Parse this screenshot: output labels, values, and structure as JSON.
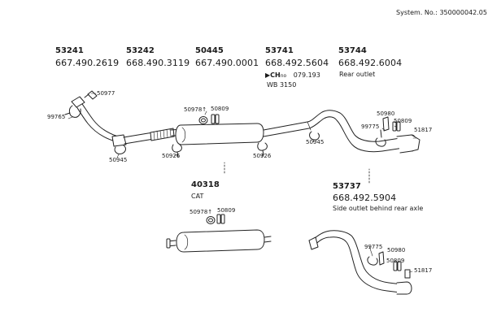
{
  "system_label": "System. No.: 350000042.05",
  "groups": [
    {
      "code": "53241",
      "number": "667.490.2619"
    },
    {
      "code": "53242",
      "number": "668.490.3119"
    },
    {
      "code": "50445",
      "number": "667.490.0001"
    },
    {
      "code": "53741",
      "number": "668.492.5604",
      "note_prefix": "CH",
      "note_value": "079.193",
      "note2": "WB 3150"
    },
    {
      "code": "53744",
      "number": "668.492.6004",
      "desc": "Rear outlet"
    },
    {
      "code": "40318",
      "desc": "CAT"
    },
    {
      "code": "53737",
      "number": "668.492.5904",
      "desc": "Side outlet behind rear axle"
    }
  ],
  "parts": {
    "p50977": "50977",
    "p99765": "99765",
    "p50945a": "50945",
    "p50926a": "50926",
    "p50978a": "50978",
    "p50809a": "50809",
    "p50926b": "50926",
    "p50945b": "50945",
    "p50980a": "50980",
    "p99775a": "99775",
    "p50809b": "50809",
    "p51817a": "51817",
    "p50978b": "50978",
    "p50809c": "50809",
    "p99775b": "99775",
    "p50980b": "50980",
    "p50809d": "50809",
    "p51817b": "51817"
  }
}
